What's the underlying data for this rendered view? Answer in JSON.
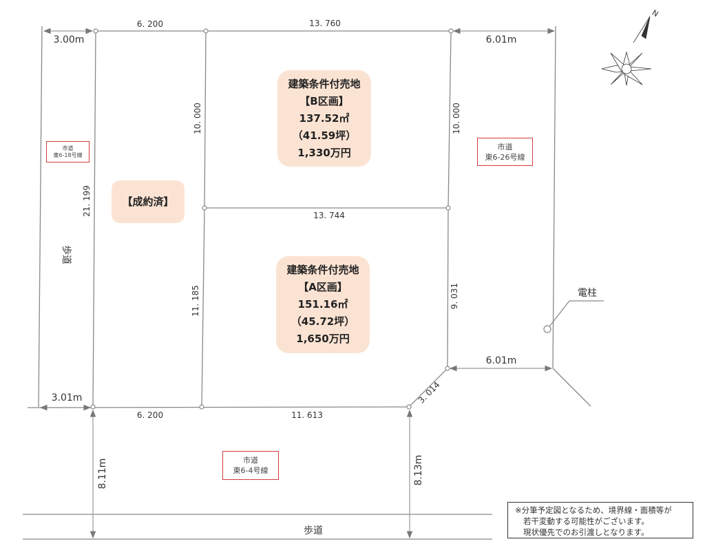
{
  "dimensions": {
    "top_left_width": "6. 200",
    "top_right_width": "13. 760",
    "middle_width": "13. 744",
    "bottom_left_width": "6. 200",
    "bottom_right_width": "11. 613",
    "left_depth": "21. 199",
    "inner_upper_depth": "10. 000",
    "inner_lower_depth": "11. 185",
    "right_upper_depth": "10. 000",
    "right_lower_depth": "9. 031",
    "corner_cut": "3. 014",
    "left_road_top": "3.00m",
    "left_road_bottom": "3.01m",
    "right_road_top": "6.01m",
    "right_road_bottom": "6.01m",
    "front_road_left": "8.11m",
    "front_road_right": "8.13m"
  },
  "lots": {
    "b": {
      "title": "建築条件付売地",
      "name": "【B区画】",
      "area": "137.52㎡",
      "tsubo": "（41.59坪）",
      "price": "1,330万円"
    },
    "a": {
      "title": "建築条件付売地",
      "name": "【A区画】",
      "area": "151.16㎡",
      "tsubo": "（45.72坪）",
      "price": "1,650万円"
    },
    "sold": {
      "label": "【成約済】"
    }
  },
  "roads": {
    "left": {
      "line1": "市道",
      "line2": "東6-18号線"
    },
    "right": {
      "line1": "市道",
      "line2": "東6-26号線"
    },
    "front": {
      "line1": "市道",
      "line2": "東6-4号線"
    }
  },
  "sidewalk_left": "歩道",
  "sidewalk_bottom": "歩道",
  "pole_label": "電柱",
  "compass_label": "N",
  "note": {
    "line1": "※分筆予定図となるため、境界線・面積等が",
    "line2": "若干変動する可能性がございます。",
    "line3": "現状優先でのお引渡しとなります。"
  },
  "colors": {
    "lot_fill": "#fbe3d3",
    "road_box_border": "#d23a3a",
    "line": "#888888"
  }
}
